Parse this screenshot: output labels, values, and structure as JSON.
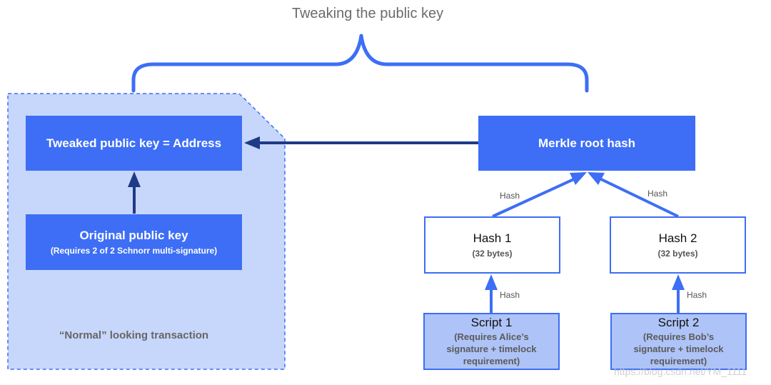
{
  "title": "Tweaking the public key",
  "left_panel": {
    "tweaked_box": {
      "label": "Tweaked public key = Address"
    },
    "original_box": {
      "label": "Original public key",
      "sublabel": "(Requires 2 of 2 Schnorr multi-signature)"
    },
    "footer": "“Normal” looking transaction"
  },
  "merkle_root": {
    "label": "Merkle root hash"
  },
  "hash_nodes": [
    {
      "label": "Hash 1",
      "sublabel": "(32 bytes)"
    },
    {
      "label": "Hash 2",
      "sublabel": "(32 bytes)"
    }
  ],
  "scripts": [
    {
      "label": "Script 1",
      "line1": "(Requires Alice’s",
      "line2": "signature + timelock",
      "line3": "requirement)"
    },
    {
      "label": "Script 2",
      "line1": "(Requires Bob’s",
      "line2": "signature + timelock",
      "line3": "requirement)"
    }
  ],
  "edge_labels": {
    "hash1_to_root": "Hash",
    "hash2_to_root": "Hash",
    "script1_to_hash1": "Hash",
    "script2_to_hash2": "Hash"
  },
  "colors": {
    "accent": "#3d6ef5",
    "dark_arrow": "#1f3a86",
    "panel_fill": "#c7d6fb",
    "script_fill": "#aec3f7"
  },
  "watermark": "https://blog.csdn.net/YM_1111"
}
